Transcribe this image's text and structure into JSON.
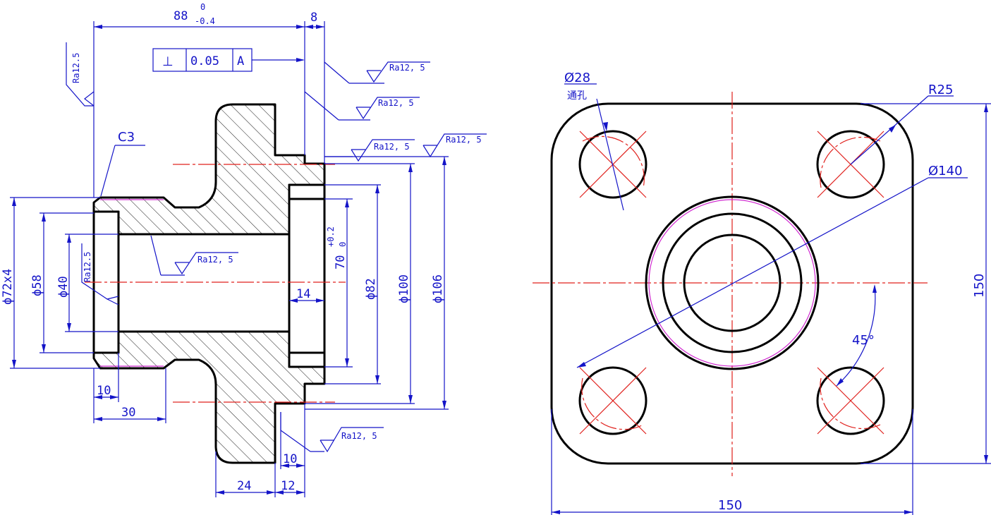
{
  "section_view": {
    "overall_length": {
      "value": "88",
      "upper_tol": "0",
      "lower_tol": "-0.4"
    },
    "flange_gap": "8",
    "perpendicularity": {
      "symbol": "⊥",
      "tolerance": "0.05",
      "datum": "A"
    },
    "chamfer": "C3",
    "roughness": "Ra12.5",
    "roughness_spaced": "Ra12, 5",
    "diameters": {
      "d72": "ϕ72x4",
      "d58": "ϕ58",
      "d40": "ϕ40",
      "d82": "ϕ82",
      "d100": "ϕ100",
      "d106": "ϕ106"
    },
    "bore70": {
      "value": "70",
      "upper_tol": "+0.2",
      "lower_tol": "0"
    },
    "lengths": {
      "l10_left": "10",
      "l30": "30",
      "l14": "14",
      "l10_bottom": "10",
      "l24": "24",
      "l12": "12"
    }
  },
  "plan_view": {
    "hole_dia": "Ø28",
    "hole_note": "通孔",
    "corner_radius": "R25",
    "bolt_circle": "Ø140",
    "angle": "45°",
    "width": "150",
    "height": "150"
  }
}
